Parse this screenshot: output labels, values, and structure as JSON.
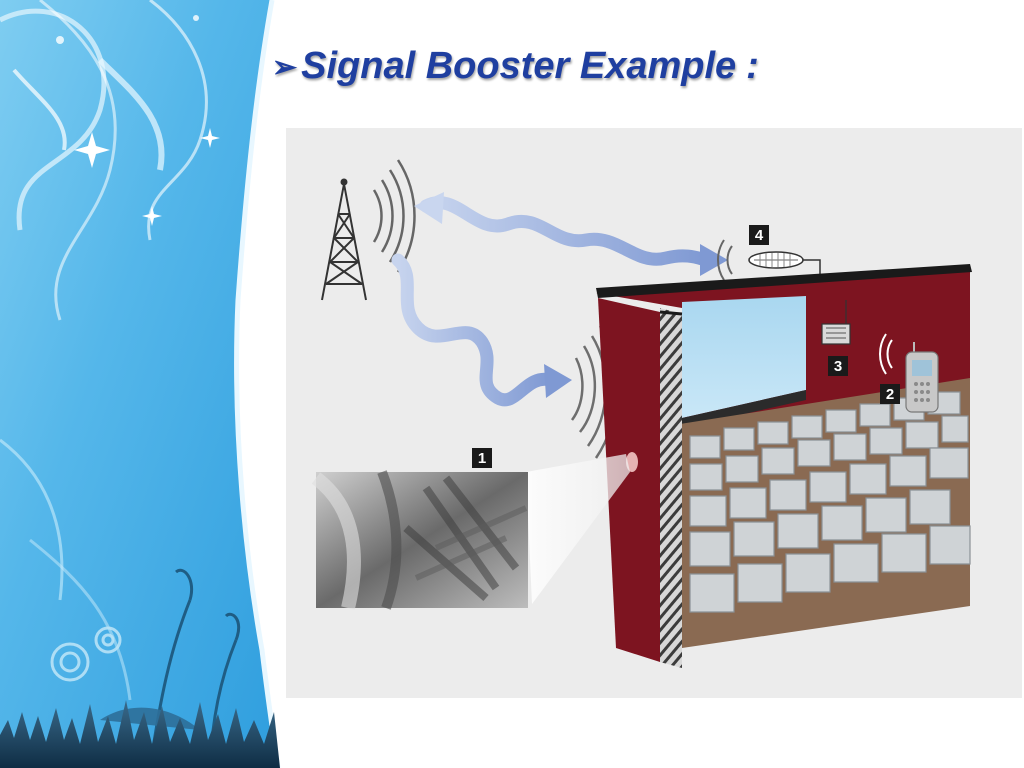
{
  "slide": {
    "title": "Signal Booster Example",
    "title_marker_icon": "arrow-bullet-icon",
    "title_colon": ":"
  },
  "diagram": {
    "callouts": [
      "1",
      "2",
      "3",
      "4"
    ]
  },
  "colors": {
    "title": "#1f3fa0",
    "wall": "#7d1420",
    "screen": "#b7def3",
    "floor": "#8a6a52",
    "signal_wave": "#8ea6d8",
    "sidebar_light": "#d8f0fb",
    "sidebar_dark": "#2f9ede"
  }
}
